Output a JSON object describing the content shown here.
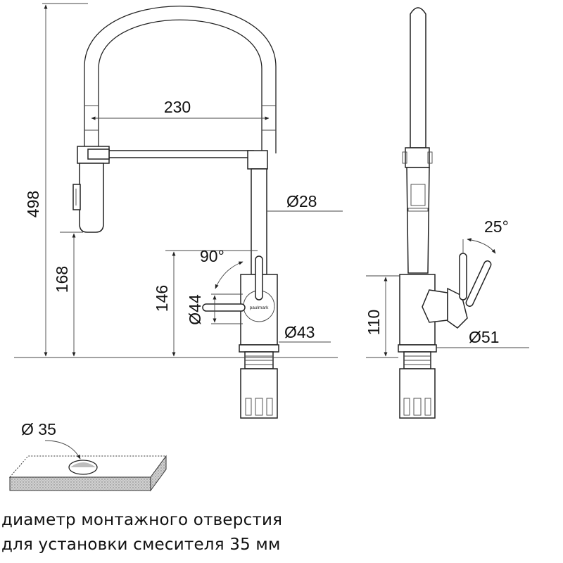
{
  "colors": {
    "line": "#222222",
    "text": "#111111",
    "background": "#ffffff"
  },
  "brand": {
    "logo_text": "paulmark"
  },
  "front_view": {
    "dim_reach": "230",
    "dim_height_total": "498",
    "dim_height_spout": "168",
    "dim_height_lever": "146",
    "dim_hose": "Ø28",
    "dim_lever_angle": "90°",
    "dim_lever_dia": "Ø44",
    "dim_body_dia": "Ø43"
  },
  "side_view": {
    "dim_lever_angle": "25°",
    "dim_height_body": "110",
    "dim_base_dia": "Ø51"
  },
  "mounting": {
    "hole_dia": "Ø 35",
    "caption_line1": "диаметр монтажного отверстия",
    "caption_line2": "для установки смесителя 35 мм"
  }
}
